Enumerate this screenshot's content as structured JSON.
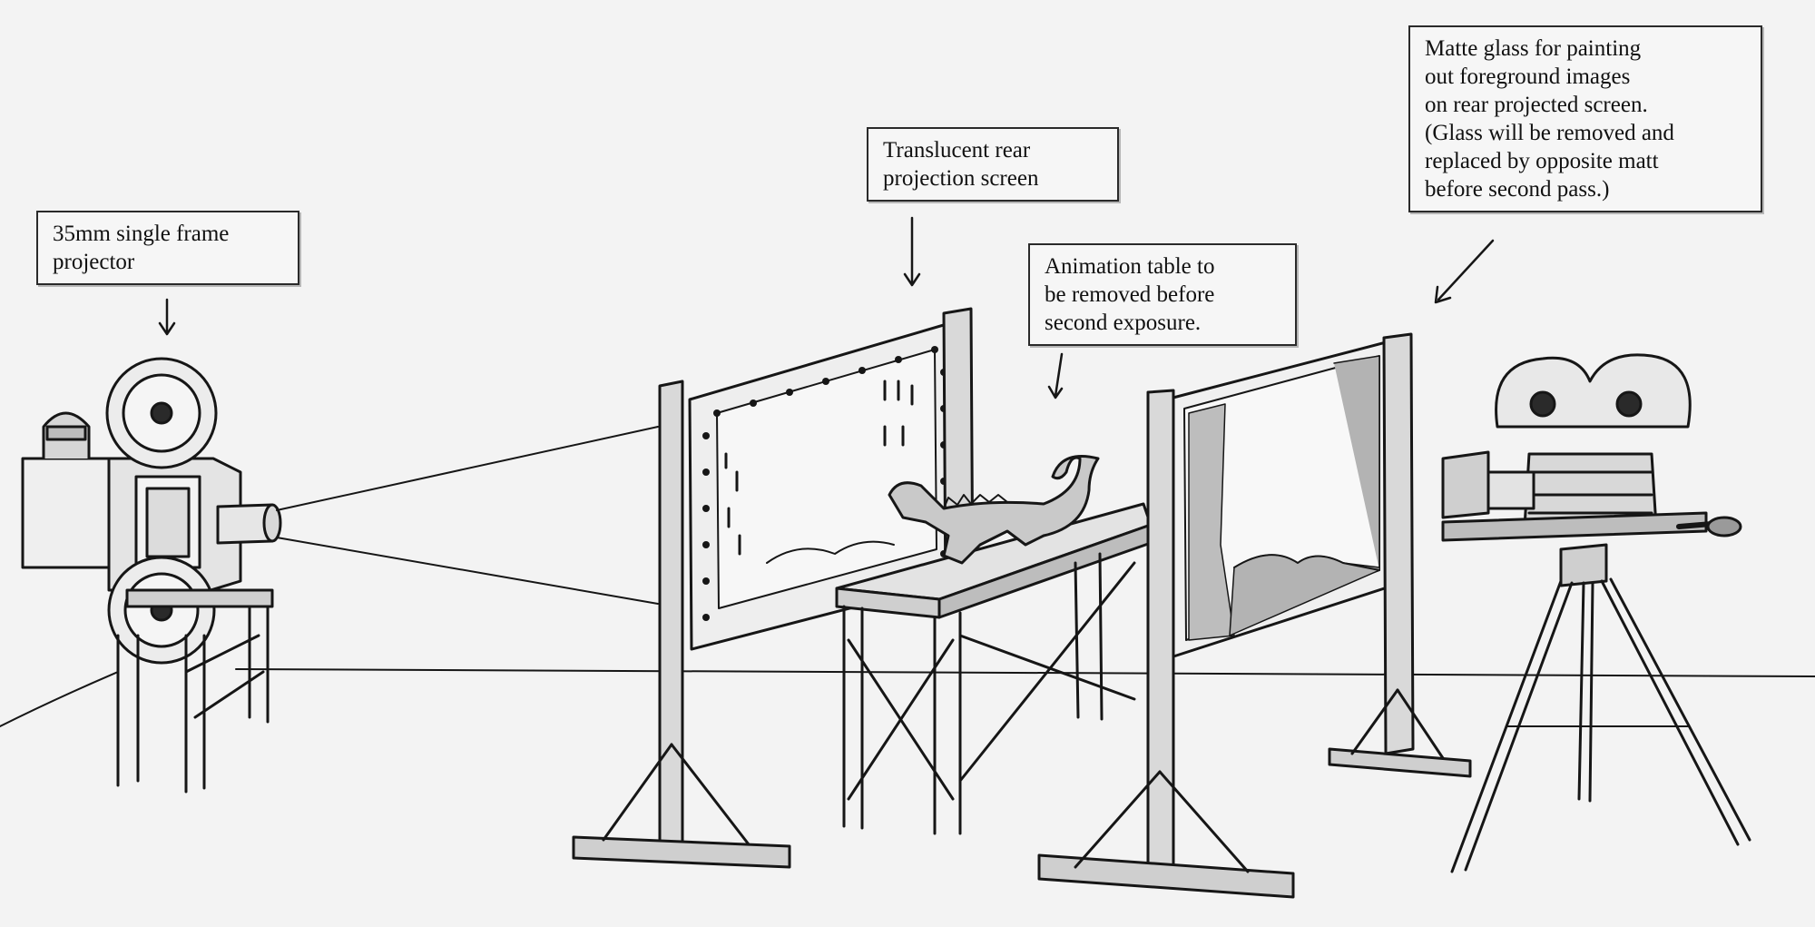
{
  "labels": {
    "projector": [
      "35mm single frame",
      "projector"
    ],
    "rear_screen": [
      "Translucent rear",
      "projection screen"
    ],
    "animation_table": [
      "Animation table to",
      "be removed before",
      "second exposure."
    ],
    "matte_glass": [
      "Matte glass for painting",
      "out foreground images",
      "on rear projected screen.",
      "(Glass will be removed and",
      "replaced by opposite matt",
      "before second pass.)"
    ]
  },
  "colors": {
    "ink": "#161616",
    "paper": "#f3f3f3",
    "shade": "#9a9a9a"
  },
  "icons": [
    "projector-icon",
    "rear-projection-screen-icon",
    "animation-table-icon",
    "dinosaur-model-icon",
    "matte-glass-frame-icon",
    "movie-camera-icon",
    "tripod-icon"
  ]
}
